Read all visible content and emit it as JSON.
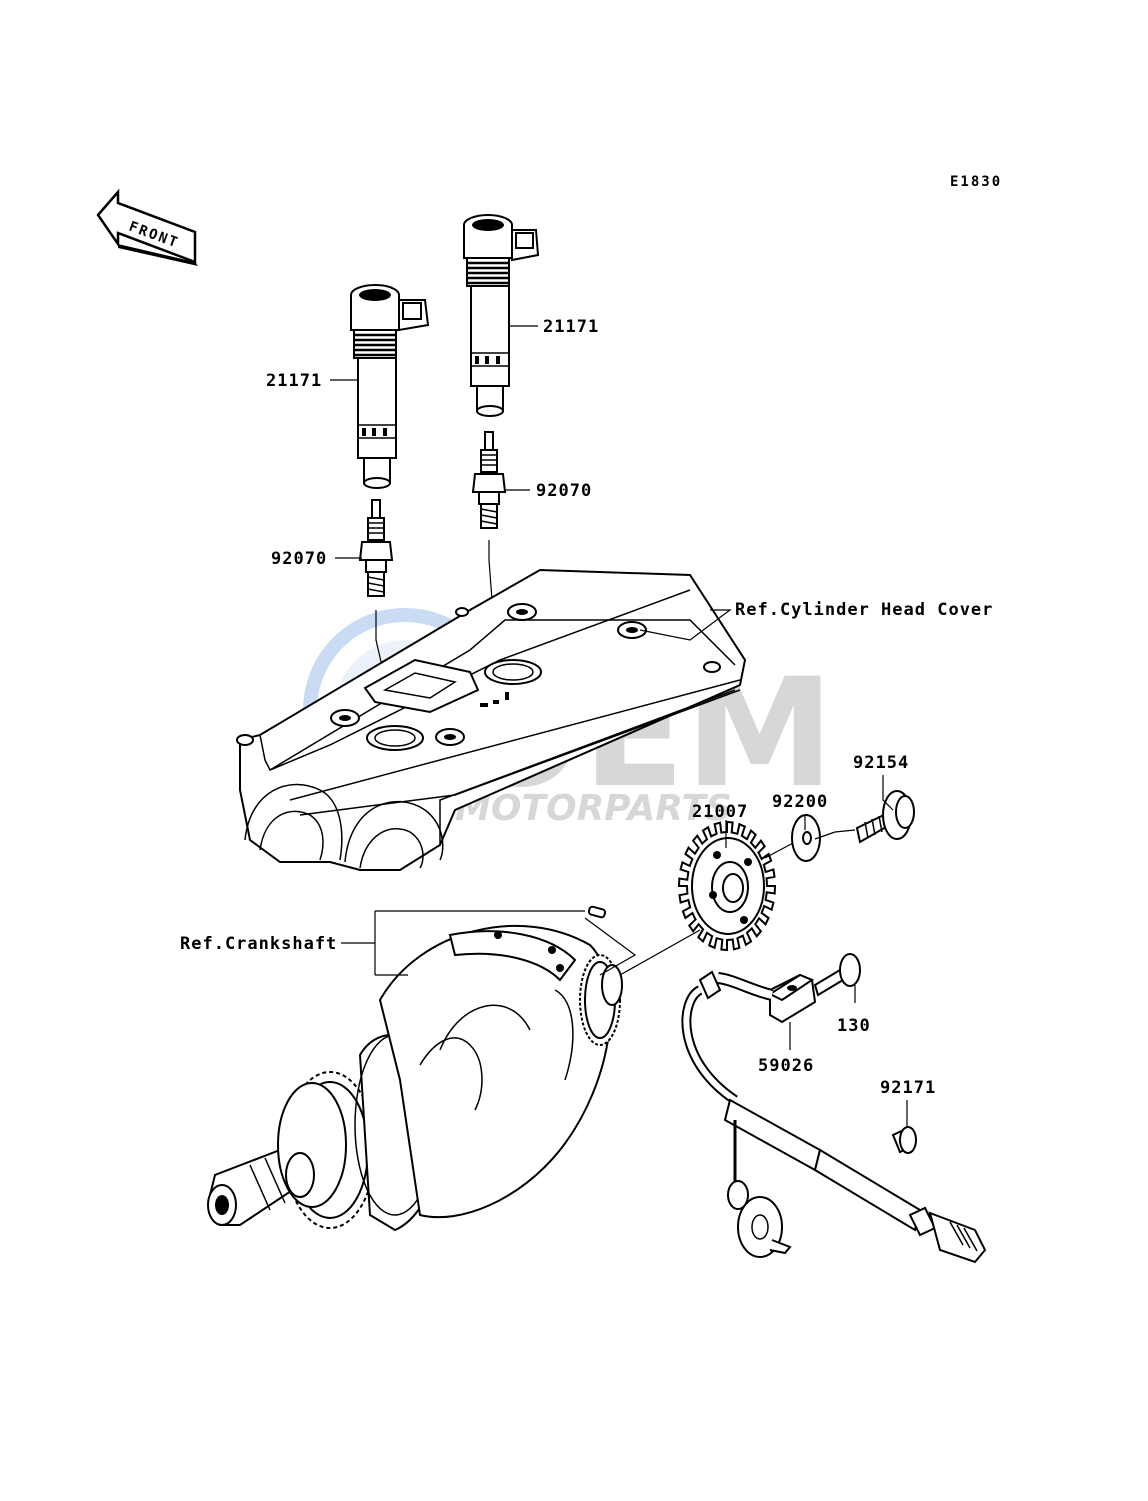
{
  "diagram": {
    "code": "E1830",
    "front_label": "FRONT",
    "watermark": {
      "brand": "OEM",
      "sub": "MOTORPARTS",
      "colors": {
        "blue": "#3b7fd6",
        "gray": "#b8b8b8"
      }
    },
    "labels": {
      "coil_left": "21171",
      "coil_right": "21171",
      "plug_left": "92070",
      "plug_right": "92070",
      "head_cover": "Ref.Cylinder Head Cover",
      "crankshaft": "Ref.Crankshaft",
      "rotor": "21007",
      "washer": "92200",
      "bolt_rotor": "92154",
      "bolt_sensor": "130",
      "sensor": "59026",
      "clamp": "92171"
    }
  }
}
